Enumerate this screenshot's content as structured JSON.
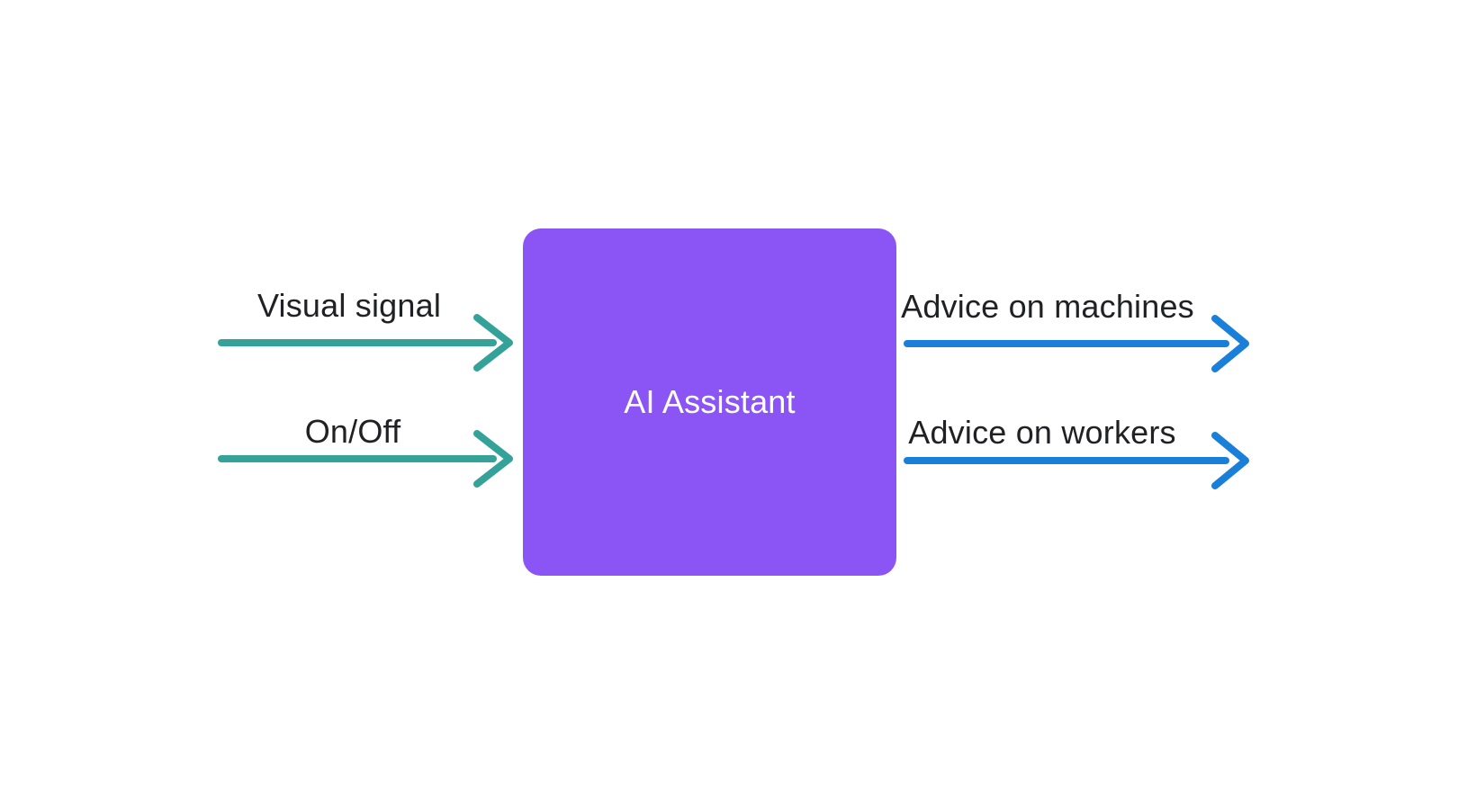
{
  "diagram": {
    "node": {
      "label": "AI Assistant"
    },
    "inputs": [
      {
        "label": "Visual signal"
      },
      {
        "label": "On/Off"
      }
    ],
    "outputs": [
      {
        "label": "Advice on machines"
      },
      {
        "label": "Advice on workers"
      }
    ],
    "icons": {
      "input_arrows": "right-arrow-icon",
      "output_arrows": "right-arrow-icon"
    },
    "colors": {
      "node_fill": "#8b55f6",
      "node_text": "#ffffff",
      "input_arrow": "#35a29a",
      "output_arrow": "#1a7fd9",
      "label_text": "#202124",
      "background": "#ffffff"
    }
  }
}
